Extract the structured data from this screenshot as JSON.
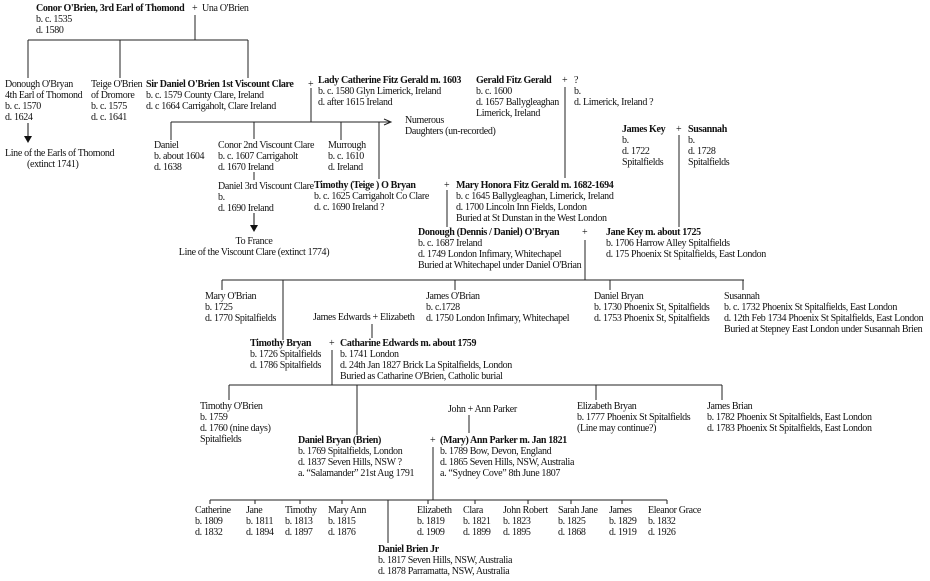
{
  "title": "O'Brien / Bryan family tree",
  "couple_symbol": "+",
  "people": [
    {
      "id": "conor3",
      "lines": [
        "Conor O'Brien, 3rd Earl of Thomond",
        "b. c. 1535",
        "d. 1580"
      ]
    },
    {
      "id": "una",
      "lines": [
        "Una O'Brien"
      ]
    },
    {
      "id": "donough4",
      "lines": [
        "Donough O'Bryan",
        "4th Earl of Thomond",
        "b. c. 1570",
        "d. 1624"
      ]
    },
    {
      "id": "earls",
      "lines": [
        "Line of the Earls of Thomond",
        "(extinct 1741)"
      ]
    },
    {
      "id": "teige",
      "lines": [
        "Teige O'Brien",
        "of Dromore",
        "b. c. 1575",
        "d. c. 1641"
      ]
    },
    {
      "id": "sirdaniel",
      "lines": [
        "Sir Daniel O'Brien 1st Viscount Clare",
        "b. c. 1579  County Clare, Ireland",
        "d. c 1664  Carrigaholt, Clare Ireland"
      ]
    },
    {
      "id": "catherine",
      "lines": [
        "Lady Catherine Fitz Gerald  m. 1603",
        "b. c. 1580  Glyn Limerick,  Ireland",
        "d. after 1615 Ireland"
      ]
    },
    {
      "id": "daughters",
      "lines": [
        "Numerous",
        "Daughters (un-recorded)"
      ]
    },
    {
      "id": "gerald",
      "lines": [
        "Gerald Fitz Gerald",
        "b. c. 1600",
        "d. 1657 Ballygleaghan",
        "Limerick,  Ireland"
      ]
    },
    {
      "id": "unknown",
      "lines": [
        "?",
        "b.",
        "d. Limerick,  Ireland ?"
      ]
    },
    {
      "id": "daniel1604",
      "lines": [
        "Daniel",
        "b. about 1604",
        "d. 1638"
      ]
    },
    {
      "id": "conor2",
      "lines": [
        "Conor 2nd Viscount Clare",
        "b. c.  1607 Carrigaholt",
        "d. 1670 Ireland"
      ]
    },
    {
      "id": "murrough",
      "lines": [
        "Murrough",
        "b. c. 1610",
        "d. Ireland"
      ]
    },
    {
      "id": "daniel3",
      "lines": [
        "Daniel 3rd Viscount Clare",
        "b.",
        "d. 1690 Ireland"
      ]
    },
    {
      "id": "france",
      "lines": [
        "To France",
        "Line of the Viscount Clare  (extinct 1774)"
      ]
    },
    {
      "id": "timothyteige",
      "lines": [
        "Timothy  (Teige ) O Bryan",
        "b. c. 1625 Carrigaholt Co Clare",
        "d. c. 1690 Ireland ?"
      ]
    },
    {
      "id": "maryhonora",
      "lines": [
        "Mary Honora Fitz Gerald  m. 1682-1694",
        "b. c 1645 Ballygleaghan, Limerick,  Ireland",
        "d. 1700 Lincoln Inn Fields, London",
        "Buried at St Dunstan in the West London"
      ]
    },
    {
      "id": "jameskey",
      "lines": [
        "James Key",
        "b.",
        "d. 1722",
        "Spitalfields"
      ]
    },
    {
      "id": "susannahkey",
      "lines": [
        "Susannah",
        "b.",
        "d. 1728",
        "Spitalfields"
      ]
    },
    {
      "id": "donoughdennis",
      "lines": [
        "Donough  (Dennis / Daniel) O'Bryan",
        "b. c. 1687 Ireland",
        "d. 1749 London Infimary,  Whitechapel",
        "Buried at Whitechapel under Daniel O'Brian"
      ]
    },
    {
      "id": "janekey",
      "lines": [
        "Jane Key   m. about  1725",
        "b. 1706 Harrow Alley Spitalfields",
        "d. 175 Phoenix St Spitalfields, East London"
      ]
    },
    {
      "id": "maryobrian",
      "lines": [
        "Mary O'Brian",
        "b. 1725",
        "d. 1770 Spitalfields"
      ]
    },
    {
      "id": "jamesobrian",
      "lines": [
        "James O'Brian",
        "b. c.1728",
        "d. 1750 London Infimary,  Whitechapel"
      ]
    },
    {
      "id": "danielbryan1730",
      "lines": [
        "Daniel Bryan",
        "b. 1730 Phoenix St, Spitalfields",
        "d. 1753 Phoenix St, Spitalfields"
      ]
    },
    {
      "id": "susannah1732",
      "lines": [
        "Susannah",
        "b. c.  1732 Phoenix St Spitalfields,  East London",
        "d. 12th Feb 1734  Phoenix St Spitalfields,  East London",
        "Buried at Stepney East London under Susannah Brien"
      ]
    },
    {
      "id": "edwards",
      "lines": [
        "James Edwards + Elizabeth"
      ]
    },
    {
      "id": "timothybryan",
      "lines": [
        "Timothy  Bryan",
        "b. 1726 Spitalfields",
        "d. 1786 Spitalfields"
      ]
    },
    {
      "id": "catharine",
      "lines": [
        "Catharine  Edwards  m. about  1759",
        "b. 1741 London",
        "d. 24th Jan 1827 Brick La  Spitalfields, London",
        "Buried as Catharine O'Brien,  Catholic burial"
      ]
    },
    {
      "id": "timothyobrien",
      "lines": [
        "Timothy O'Brien",
        "b. 1759",
        "d. 1760 (nine days)",
        "Spitalfields"
      ]
    },
    {
      "id": "parkers",
      "lines": [
        "John + Ann Parker"
      ]
    },
    {
      "id": "elizabethbryan",
      "lines": [
        "Elizabeth  Bryan",
        "b. 1777 Phoenix St Spitalfields",
        "(Line may continue?)"
      ]
    },
    {
      "id": "jamesbrian",
      "lines": [
        "James Brian",
        "b. 1782 Phoenix St Spitalfields,  East London",
        "d. 1783 Phoenix St Spitalfields,  East London"
      ]
    },
    {
      "id": "danielbrien",
      "lines": [
        "Daniel Bryan  (Brien)",
        "b. 1769 Spitalfields, London",
        "d. 1837 Seven Hills,  NSW ?",
        "a. “Salamander”  21st Aug 1791"
      ]
    },
    {
      "id": "annparker",
      "lines": [
        "(Mary)  Ann Parker m. Jan 1821",
        "b. 1789 Bow, Devon, England",
        "d. 1865 Seven Hills,  NSW, Australia",
        "a. “Sydney Cove” 8th June 1807"
      ]
    },
    {
      "id": "c_catherine",
      "lines": [
        "Catherine",
        "b. 1809",
        "d. 1832"
      ]
    },
    {
      "id": "c_jane",
      "lines": [
        "Jane",
        "b. 1811",
        "d. 1894"
      ]
    },
    {
      "id": "c_timothy",
      "lines": [
        "Timothy",
        "b. 1813",
        "d. 1897"
      ]
    },
    {
      "id": "c_maryann",
      "lines": [
        "Mary Ann",
        "b. 1815",
        "d. 1876"
      ]
    },
    {
      "id": "c_elizabeth",
      "lines": [
        "Elizabeth",
        "b. 1819",
        "d. 1909"
      ]
    },
    {
      "id": "c_clara",
      "lines": [
        "Clara",
        "b. 1821",
        "d. 1899"
      ]
    },
    {
      "id": "c_johnrobert",
      "lines": [
        "John Robert",
        "b. 1823",
        "d. 1895"
      ]
    },
    {
      "id": "c_sarahjane",
      "lines": [
        "Sarah Jane",
        "b. 1825",
        "d. 1868"
      ]
    },
    {
      "id": "c_james",
      "lines": [
        "James",
        "b. 1829",
        "d. 1919"
      ]
    },
    {
      "id": "c_eleanor",
      "lines": [
        "Eleanor Grace",
        "b. 1832",
        "d. 1926"
      ]
    },
    {
      "id": "danieljr",
      "lines": [
        "Daniel Brien Jr",
        "b. 1817 Seven Hills,  NSW, Australia",
        "d. 1878 Parramatta,  NSW, Australia"
      ]
    }
  ]
}
